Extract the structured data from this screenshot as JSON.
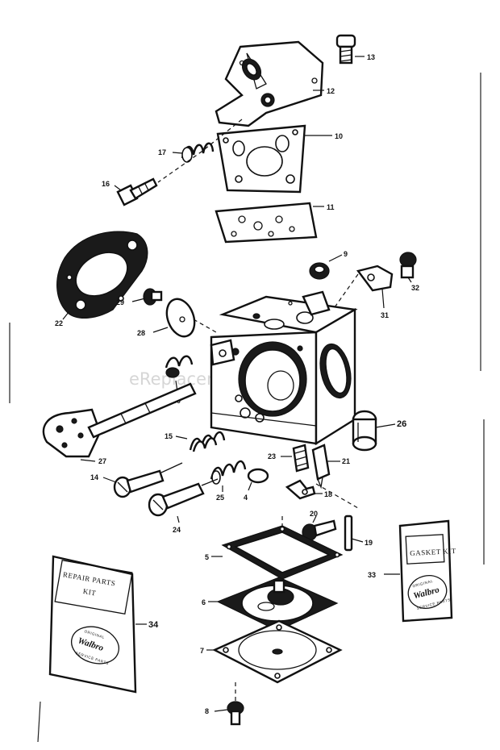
{
  "watermark": "eReplacementParts.com",
  "kits": {
    "repair": {
      "line1": "REPAIR PARTS",
      "line2": "KIT",
      "logo": "Walbro"
    },
    "gasket": {
      "line1": "GASKET KIT",
      "logo": "Walbro"
    }
  },
  "callouts": [
    {
      "id": "c13",
      "text": "13"
    },
    {
      "id": "c12",
      "text": "12"
    },
    {
      "id": "c17",
      "text": "17"
    },
    {
      "id": "c10",
      "text": "10"
    },
    {
      "id": "c16",
      "text": "16"
    },
    {
      "id": "c11",
      "text": "11"
    },
    {
      "id": "c22",
      "text": "22"
    },
    {
      "id": "c29",
      "text": "29"
    },
    {
      "id": "c28",
      "text": "28"
    },
    {
      "id": "c9",
      "text": "9"
    },
    {
      "id": "c32",
      "text": "32"
    },
    {
      "id": "c31",
      "text": "31"
    },
    {
      "id": "c30",
      "text": "30"
    },
    {
      "id": "c26",
      "text": "26"
    },
    {
      "id": "c27",
      "text": "27"
    },
    {
      "id": "c15",
      "text": "15"
    },
    {
      "id": "c23",
      "text": "23"
    },
    {
      "id": "c21",
      "text": "21"
    },
    {
      "id": "c14",
      "text": "14"
    },
    {
      "id": "c25",
      "text": "25"
    },
    {
      "id": "c4",
      "text": "4"
    },
    {
      "id": "c18",
      "text": "18"
    },
    {
      "id": "c24",
      "text": "24"
    },
    {
      "id": "c20",
      "text": "20"
    },
    {
      "id": "c19",
      "text": "19"
    },
    {
      "id": "c33",
      "text": "33"
    },
    {
      "id": "c5",
      "text": "5"
    },
    {
      "id": "c34",
      "text": "34"
    },
    {
      "id": "c6",
      "text": "6"
    },
    {
      "id": "c7",
      "text": "7"
    },
    {
      "id": "c8",
      "text": "8"
    }
  ]
}
